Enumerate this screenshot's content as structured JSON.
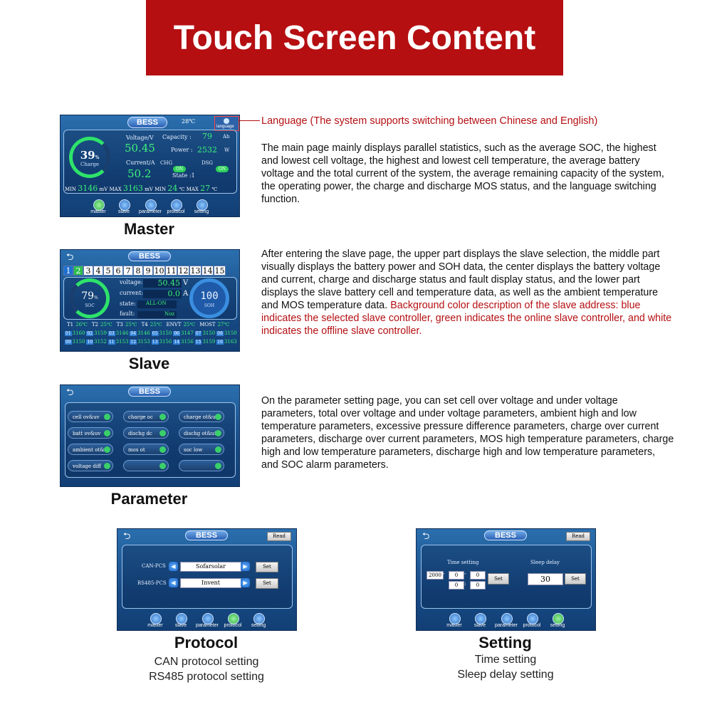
{
  "banner_title": "Touch Screen Content",
  "master": {
    "caption": "Master",
    "title": "BESS",
    "temp": "28℃",
    "language_label": "language",
    "soc": "39",
    "soc_unit": "%",
    "soc_label": "Charge",
    "voltage_label": "Voltage/V",
    "voltage": "50.45",
    "current_label": "Current/A",
    "current": "50.2",
    "capacity_label": "Capacity :",
    "capacity": "79",
    "capacity_unit": "Ah",
    "power_label": "Power :",
    "power": "2532",
    "power_unit": "W",
    "chg_label": "CHG",
    "dsg_label": "DSG",
    "on_label": "ON",
    "state_label": "State :1",
    "min_label": "MIN",
    "max_label": "MAX",
    "min_v": "3146",
    "max_v": "3163",
    "mv_unit": "mV",
    "min_t": "24",
    "max_t": "27",
    "t_unit": "℃",
    "nav": [
      "master",
      "slave",
      "parameter",
      "protocol",
      "setting"
    ],
    "language_note": "Language  (The system supports switching between Chinese and English)",
    "description": "The main page mainly displays parallel statistics, such as the average SOC, the highest and lowest cell voltage, the highest and lowest cell temperature, the average battery voltage and the total current of the system, the average remaining capacity of the system, the operating power, the charge and discharge MOS status, and the language switching function."
  },
  "slave": {
    "caption": "Slave",
    "title": "BESS",
    "back": "⮌",
    "addresses": [
      "1",
      "2",
      "3",
      "4",
      "5",
      "6",
      "7",
      "8",
      "9",
      "10",
      "11",
      "12",
      "13",
      "14",
      "15"
    ],
    "soc": "79",
    "soc_unit": "%",
    "soc_label": "SOC",
    "soh": "100",
    "soh_label": "SOH",
    "voltage_label": "voltage:",
    "voltage": "50.45",
    "voltage_unit": "V",
    "current_label": "current:",
    "current": "0.0",
    "current_unit": "A",
    "state_label": "state:",
    "state": "ALL-ON",
    "fault_label": "fault:",
    "fault": "Noz",
    "temps": [
      {
        "label": "T1",
        "value": "26℃"
      },
      {
        "label": "T2",
        "value": "25℃"
      },
      {
        "label": "T3",
        "value": "25℃"
      },
      {
        "label": "T4",
        "value": "25℃"
      },
      {
        "label": "ENVT",
        "value": "25℃"
      },
      {
        "label": "MOST",
        "value": "27℃"
      }
    ],
    "cells_row1": [
      {
        "n": "01",
        "v": "3160"
      },
      {
        "n": "02",
        "v": "3159"
      },
      {
        "n": "03",
        "v": "3146"
      },
      {
        "n": "04",
        "v": "3146"
      },
      {
        "n": "05",
        "v": "3150"
      },
      {
        "n": "06",
        "v": "3147"
      },
      {
        "n": "07",
        "v": "3150"
      },
      {
        "n": "08",
        "v": "3150"
      }
    ],
    "cells_row2": [
      {
        "n": "09",
        "v": "3150"
      },
      {
        "n": "10",
        "v": "3152"
      },
      {
        "n": "11",
        "v": "3153"
      },
      {
        "n": "12",
        "v": "3153"
      },
      {
        "n": "13",
        "v": "3156"
      },
      {
        "n": "14",
        "v": "3156"
      },
      {
        "n": "15",
        "v": "3159"
      },
      {
        "n": "16",
        "v": "3163"
      }
    ],
    "description": "After entering the slave page, the upper part displays the slave selection, the middle part visually displays the battery power and SOH data, the center displays the battery voltage and current, charge and discharge status and fault display status, and the lower part displays the slave battery cell and temperature data, as well as the ambient temperature and MOS temperature data.",
    "description_red": "Background color description of the slave address: blue indicates the selected slave controller, green indicates the online slave controller, and white indicates the offline slave controller."
  },
  "parameter": {
    "caption": "Parameter",
    "title": "BESS",
    "back": "⮌",
    "buttons": [
      "cell ov&uv",
      "charge oc",
      "charge ot&ut",
      "batt ov&uv",
      "dischg dc",
      "dischg ot&ut",
      "ambient ot&ut",
      "mos ot",
      "soc low",
      "voltage diff",
      "",
      ""
    ],
    "description": "On the parameter setting page, you can set cell over voltage and under voltage parameters, total over voltage and under voltage parameters, ambient high and low temperature parameters, excessive pressure difference parameters, charge over current parameters, discharge over current parameters, MOS high temperature parameters, charge high and low temperature parameters, discharge high and low temperature parameters, and SOC alarm parameters."
  },
  "protocol": {
    "caption": "Protocol",
    "sub1": "CAN protocol setting",
    "sub2": "RS485 protocol setting",
    "title": "BESS",
    "back": "⮌",
    "read": "Read",
    "can_label": "CAN-PCS",
    "can_value": "Sofarsolar",
    "rs485_label": "RS485-PCS",
    "rs485_value": "Invent",
    "set": "Set",
    "nav": [
      "master",
      "slave",
      "parameter",
      "protocol",
      "setting"
    ]
  },
  "setting": {
    "caption": "Setting",
    "sub1": "Time setting",
    "sub2": "Sleep delay setting",
    "title": "BESS",
    "back": "⮌",
    "read": "Read",
    "time_label": "Time setting",
    "sleep_label": "Sleep delay",
    "year": "2000",
    "month": "0",
    "day": "0",
    "hour": "0",
    "minute": "0",
    "dash": "-",
    "colon": ":",
    "sleep_value": "30",
    "set": "Set",
    "nav": [
      "master",
      "slave",
      "parameter",
      "protocol",
      "setting"
    ]
  },
  "colors": {
    "banner": "#b50f12",
    "selected_slave": "#1f6fd1",
    "online_slave": "#2bbf4a",
    "offline_slave": "#ffffff"
  }
}
